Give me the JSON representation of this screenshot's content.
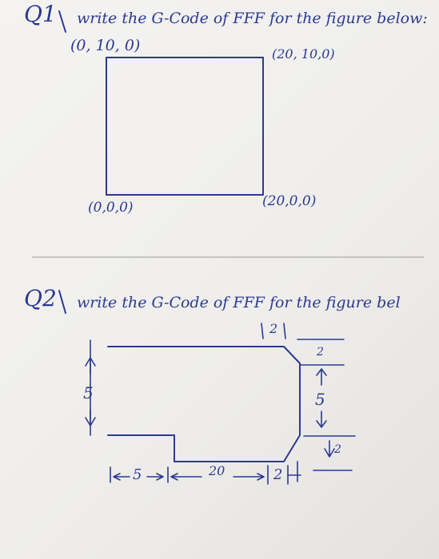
{
  "q1": {
    "number": "Q1",
    "prompt": "write the G-Code of FFF for the figure below:",
    "labels": {
      "top_left": "(0, 10, 0)",
      "top_right": "(20, 10,0)",
      "bottom_left": "(0,0,0)",
      "bottom_right": "(20,0,0)"
    }
  },
  "q2": {
    "number": "Q2",
    "prompt": "write the G-Code of FFF for the figure bel",
    "dims": {
      "top_chamfer": "2",
      "right_top": "2",
      "left_height": "5",
      "right_height": "5",
      "right_bottom": "2",
      "bottom_left": "5",
      "bottom_mid": "20",
      "bottom_right": "2"
    }
  },
  "colors": {
    "ink": "#2b3a8f",
    "paper": "#f2f1ef"
  }
}
